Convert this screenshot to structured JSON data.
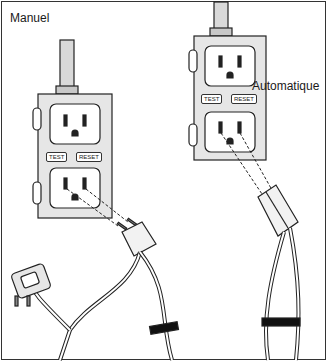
{
  "diagram": {
    "labels": [
      "Manuel",
      "Automatique",
      "TEST",
      "RESET",
      "TEST",
      "RESET"
    ]
  }
}
